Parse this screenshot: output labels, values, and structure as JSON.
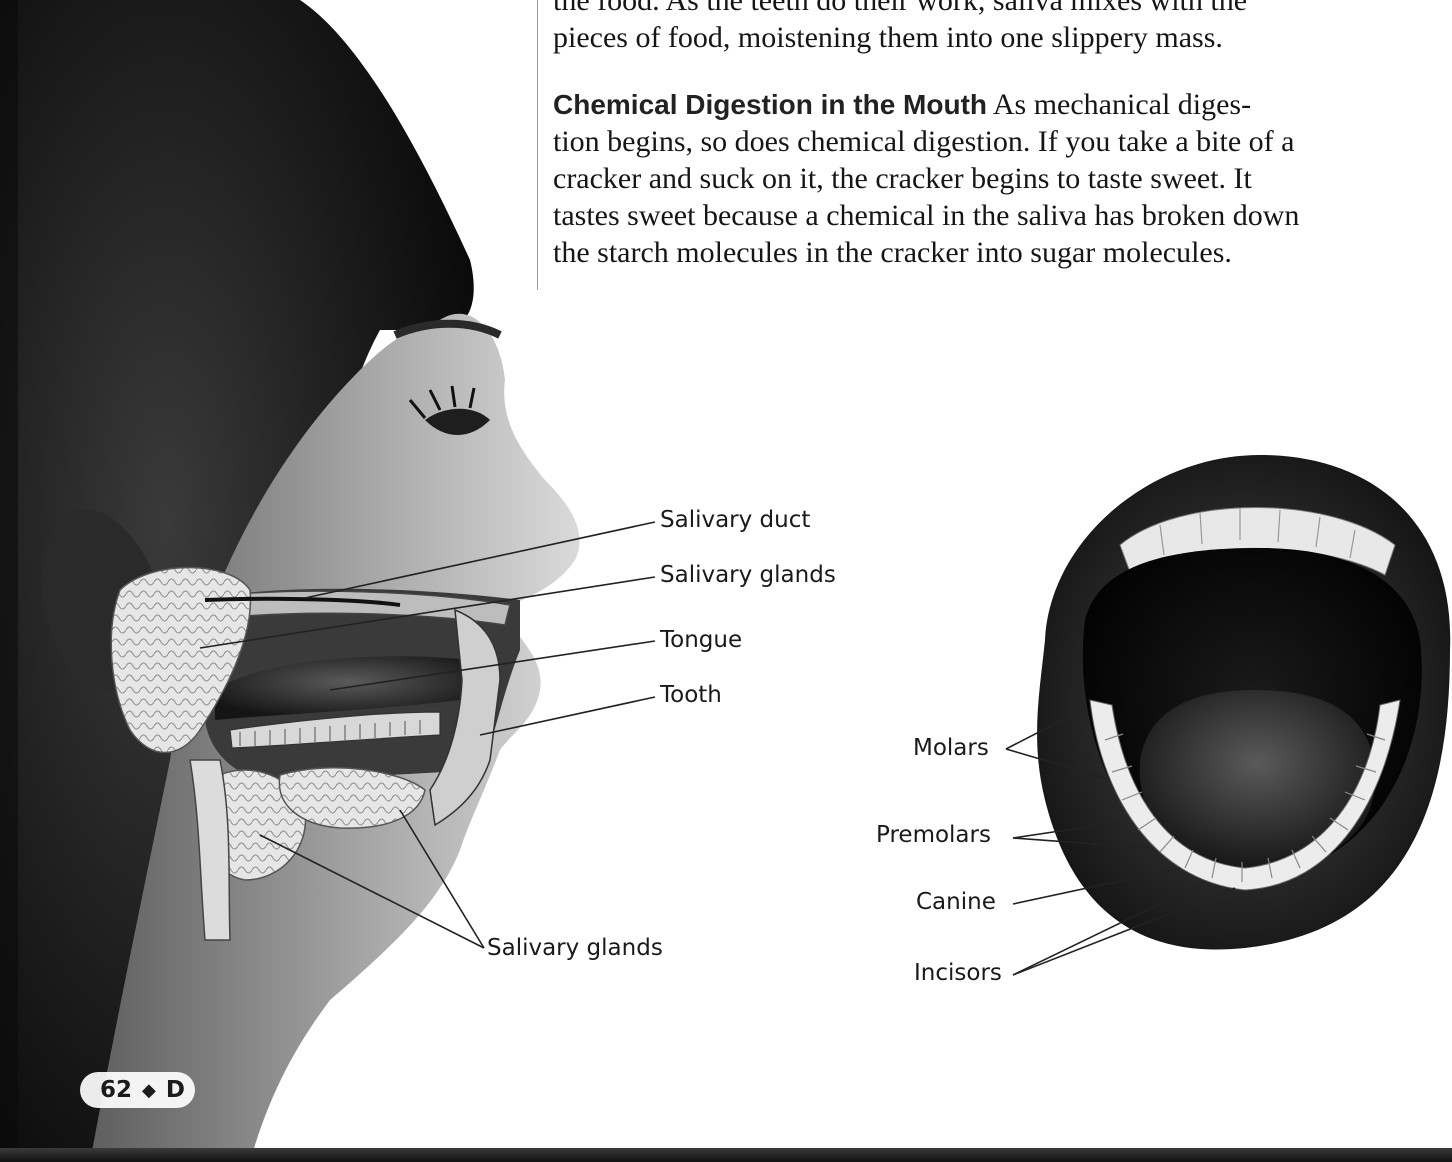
{
  "text": {
    "para_top": "the food. As the teeth do their work, saliva mixes with the\npieces of food, moistening them into one slippery mass.",
    "chem_heading": "Chemical Digestion in the Mouth",
    "chem_body": "  As mechanical diges-\ntion begins, so does chemical digestion. If you take a bite of a\ncracker and suck on it, the cracker begins to taste sweet. It\ntastes sweet because a chemical in the saliva has broken down\nthe starch molecules in the cracker into sugar molecules."
  },
  "head_diagram": {
    "labels": {
      "salivary_duct": "Salivary duct",
      "salivary_glands_upper": "Salivary glands",
      "tongue": "Tongue",
      "tooth": "Tooth",
      "salivary_glands_lower": "Salivary glands"
    }
  },
  "mouth_diagram": {
    "labels": {
      "molars": "Molars",
      "premolars": "Premolars",
      "canine": "Canine",
      "incisors": "Incisors"
    }
  },
  "folio": {
    "page_number": "62",
    "separator": "◆",
    "section": "D"
  }
}
